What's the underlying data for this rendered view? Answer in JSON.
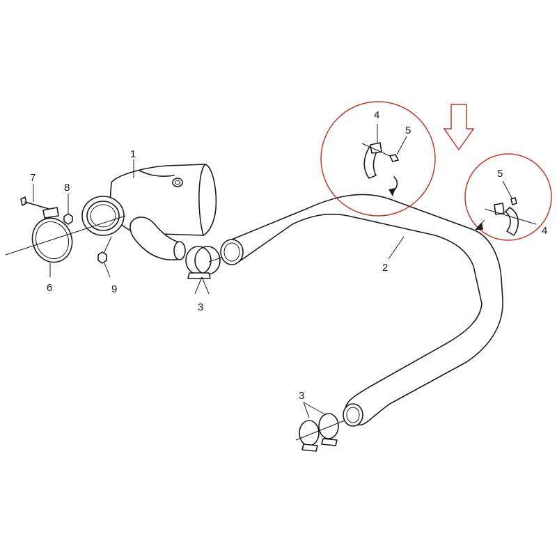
{
  "colors": {
    "line": "#1a1a1a",
    "highlight": "#c0392b",
    "background": "#ffffff"
  },
  "callouts": {
    "c1": "1",
    "c2": "2",
    "c3a": "3",
    "c3b": "3",
    "c4a": "4",
    "c4b": "4",
    "c5a": "5",
    "c5b": "5",
    "c6": "6",
    "c7": "7",
    "c8": "8",
    "c9": "9"
  }
}
